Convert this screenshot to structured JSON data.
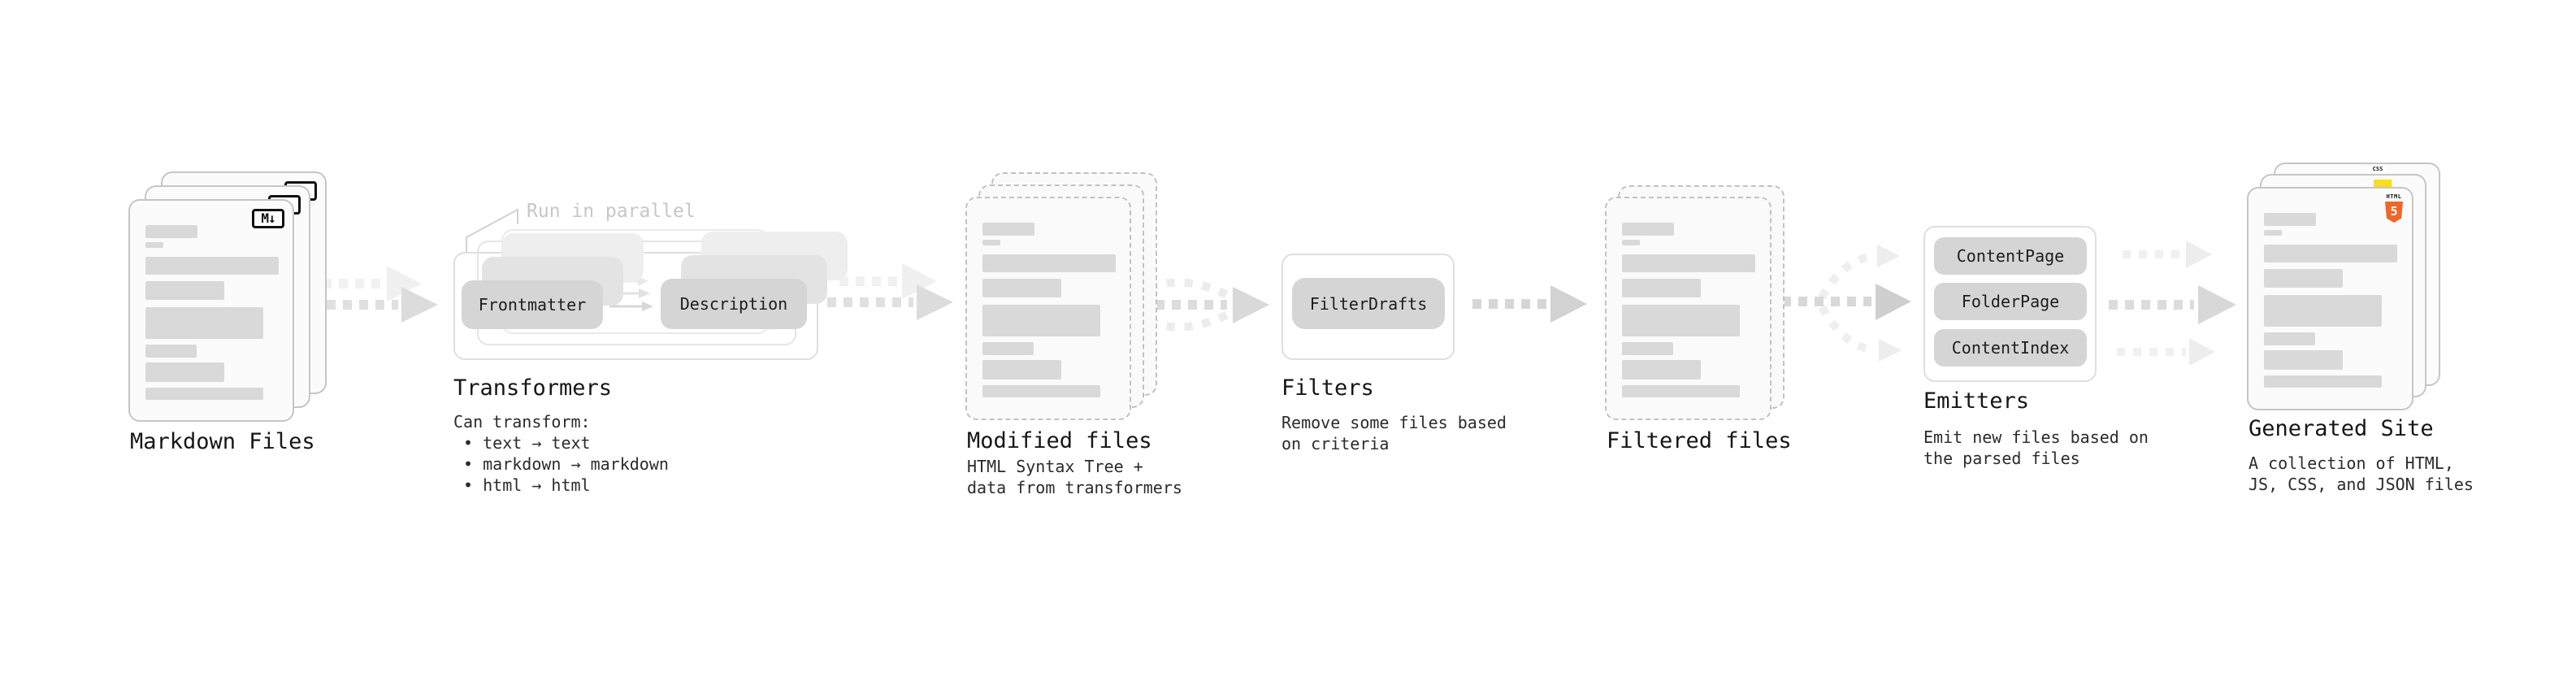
{
  "stages": {
    "markdown": {
      "caption": "Markdown Files",
      "badge": "M↓"
    },
    "transformers": {
      "caption": "Transformers",
      "annotation": "Run in parallel",
      "pills": [
        "Frontmatter",
        "Description"
      ],
      "description": "Can transform:\n • text → text\n • markdown → markdown\n • html → html"
    },
    "modified": {
      "caption": "Modified files",
      "description": "HTML Syntax Tree +\ndata from transformers"
    },
    "filters": {
      "caption": "Filters",
      "pills": [
        "FilterDrafts"
      ],
      "description": "Remove some files based\non criteria"
    },
    "filtered": {
      "caption": "Filtered files"
    },
    "emitters": {
      "caption": "Emitters",
      "pills": [
        "ContentPage",
        "FolderPage",
        "ContentIndex"
      ],
      "description": "Emit new files based on\nthe parsed files"
    },
    "generated": {
      "caption": "Generated Site",
      "description": "A collection of HTML,\nJS, CSS, and JSON files",
      "badges": {
        "css": "CSS",
        "html": "HTML",
        "html_number": "5"
      }
    }
  },
  "colors": {
    "html5_orange": "#f16529",
    "js_yellow": "#f7df1e",
    "css_blue": "#2965f1",
    "pill_gray": "#d5d5d5",
    "bar_gray": "#d9d9d9",
    "arrow_gray": "#d9d9d9",
    "arrow_light": "#efefef",
    "annotation_gray": "#c7c7c7"
  }
}
